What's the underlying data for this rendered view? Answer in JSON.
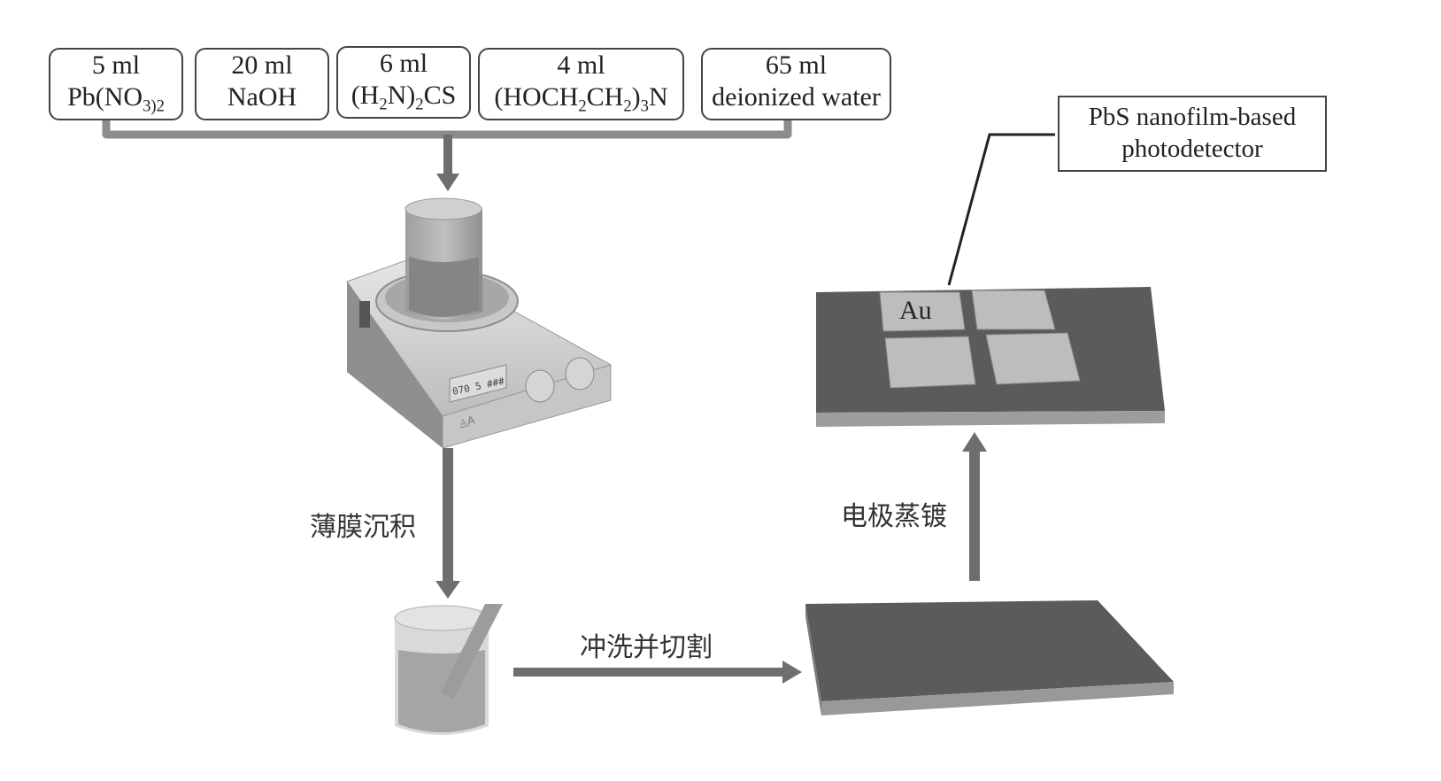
{
  "reagents": [
    {
      "amount": "5 ml",
      "formula_parts": [
        [
          "Pb(NO",
          ""
        ],
        [
          "3)2",
          "sub"
        ]
      ]
    },
    {
      "amount": "20 ml",
      "formula_parts": [
        [
          "NaOH",
          ""
        ]
      ]
    },
    {
      "amount": "6 ml",
      "formula_parts": [
        [
          "(H",
          ""
        ],
        [
          "2",
          "sub"
        ],
        [
          "N)",
          ""
        ],
        [
          "2",
          "sub"
        ],
        [
          "CS",
          ""
        ]
      ]
    },
    {
      "amount": "4 ml",
      "formula_parts": [
        [
          "(HOCH",
          ""
        ],
        [
          "2",
          "sub"
        ],
        [
          "CH",
          ""
        ],
        [
          "2",
          "sub"
        ],
        [
          ")",
          ""
        ],
        [
          "3",
          "sub"
        ],
        [
          "N",
          ""
        ]
      ]
    },
    {
      "amount": "65 ml",
      "formula_parts": [
        [
          "deionized water",
          ""
        ]
      ]
    }
  ],
  "device_label": {
    "line1": "PbS nanofilm-based",
    "line2": "photodetector"
  },
  "steps": {
    "deposition": "薄膜沉积",
    "wash_cut": "冲洗并切割",
    "evaporation": "电极蒸镀"
  },
  "electrode_label": "Au",
  "stirrer_display": "070 5 ###",
  "colors": {
    "arrow": "#6e6e6e",
    "substrate": "#5b5b5b",
    "electrode": "#b9b9b9",
    "liquid": "#8a8a8a"
  }
}
